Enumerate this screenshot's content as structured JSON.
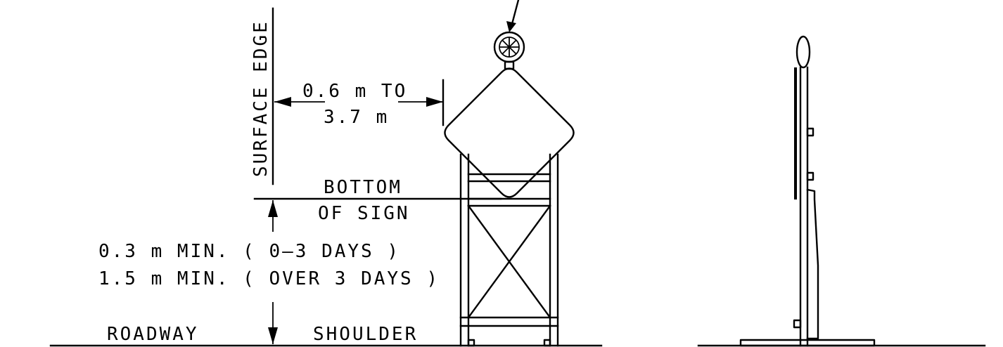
{
  "labels": {
    "surface_edge": "SURFACE EDGE",
    "offset_line1": "0.6 m TO",
    "offset_line2": "3.7 m",
    "bottom_line1": "BOTTOM",
    "bottom_line2": "OF SIGN",
    "height_line1": "0.3 m MIN. ( 0–3 DAYS )",
    "height_line2": "1.5 m MIN. ( OVER 3 DAYS )",
    "roadway": "ROADWAY",
    "shoulder": "SHOULDER"
  }
}
